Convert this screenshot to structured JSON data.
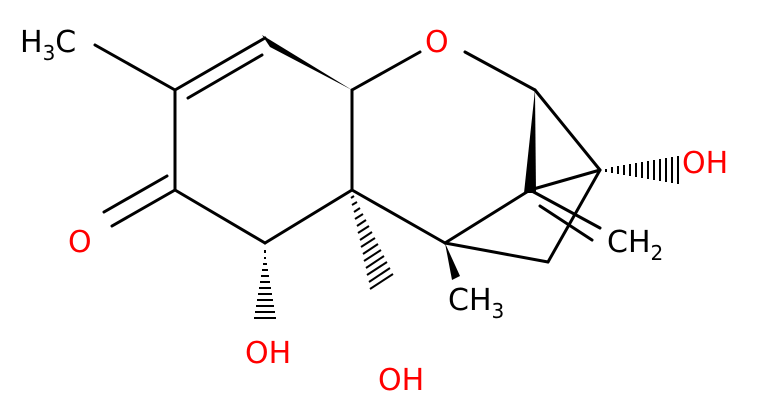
{
  "molecule": {
    "labels": {
      "ch3_top": {
        "main": "H",
        "sub": "3",
        "tail": "C"
      },
      "o_ring": {
        "main": "O"
      },
      "oh_right": {
        "main": "OH"
      },
      "ch2": {
        "main": "CH",
        "sub": "2"
      },
      "ch3_bottom": {
        "main": "CH",
        "sub": "3"
      },
      "o_ketone": {
        "main": "O"
      },
      "oh_left": {
        "main": "OH"
      },
      "oh_bottom": {
        "main": "OH"
      }
    },
    "colors": {
      "bond": "#000000",
      "carbon": "#000000",
      "oxygen": "#ff0000"
    }
  }
}
